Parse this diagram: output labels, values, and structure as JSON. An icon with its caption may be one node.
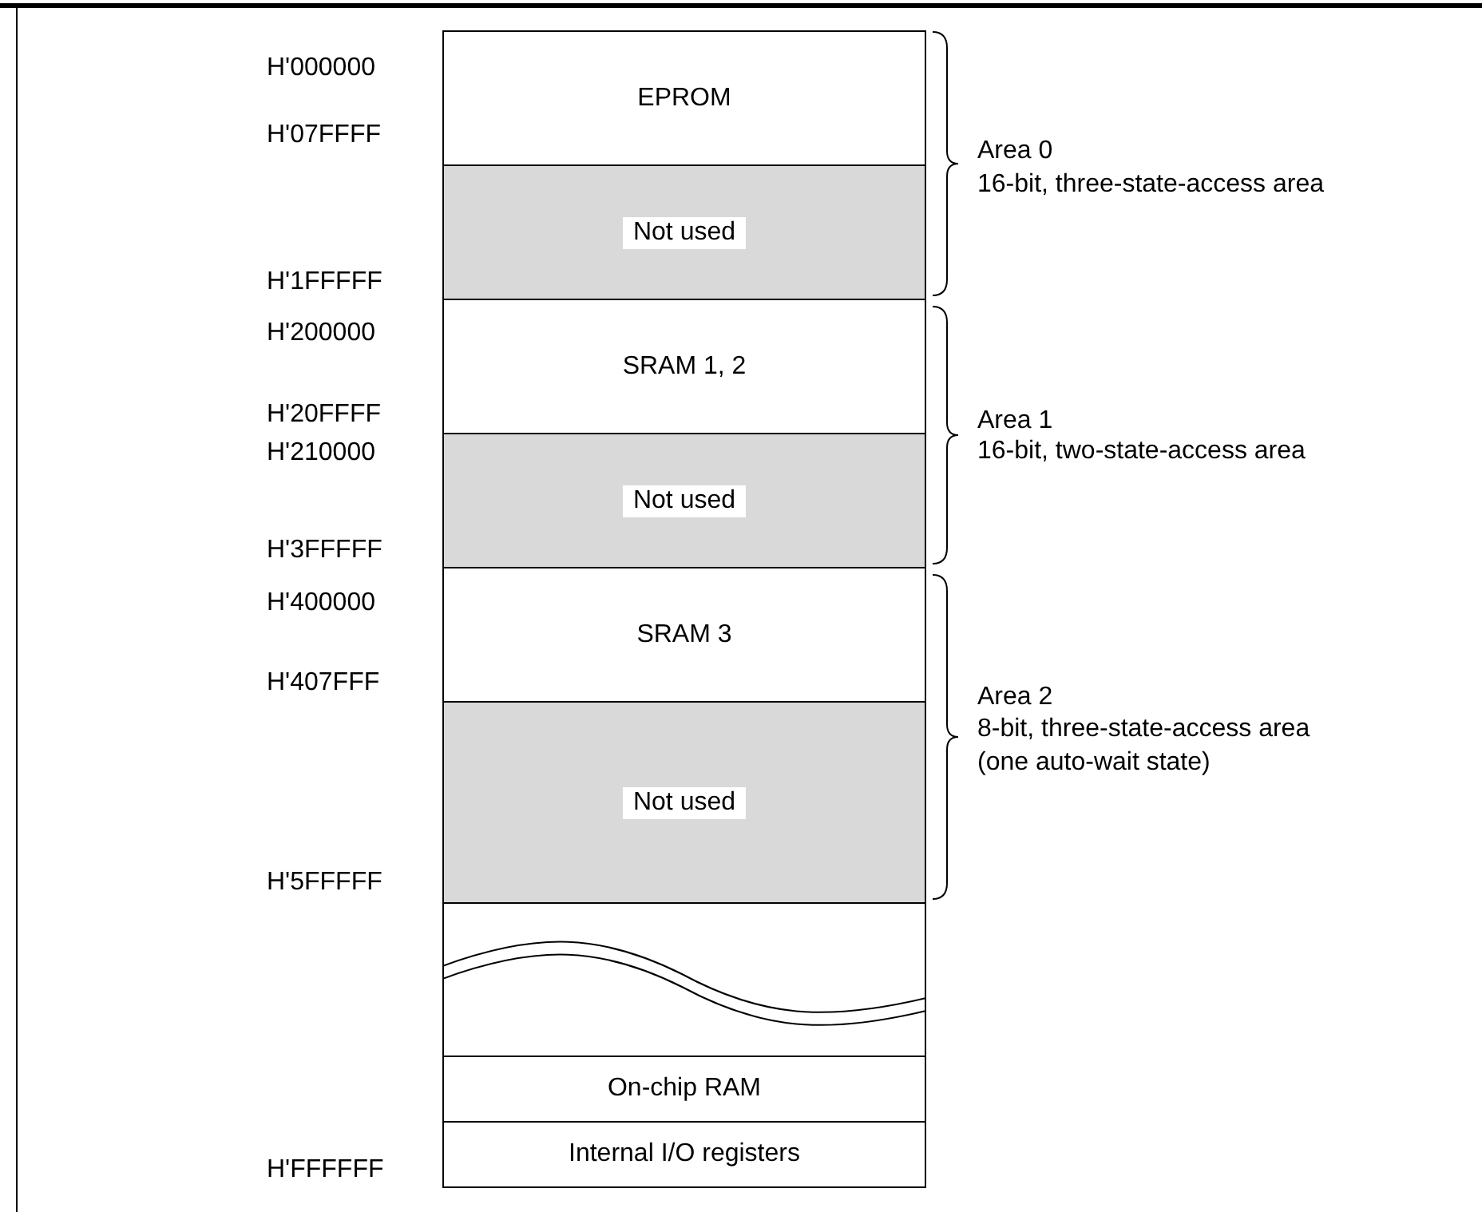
{
  "diagram": {
    "nodes": [
      {
        "text": [
          "EPROM"
        ]
      },
      {
        "text": [
          "Not used"
        ]
      },
      {
        "text": [
          "SRAM 1, 2"
        ]
      },
      {
        "text": [
          "Not used"
        ]
      },
      {
        "text": [
          "SRAM 3"
        ]
      },
      {
        "text": [
          "Not used"
        ]
      },
      {
        "text": [],
        "shape": "box"
      },
      {
        "text": [
          "On-chip RAM"
        ]
      },
      {
        "text": [
          "Internal I/O registers"
        ]
      }
    ],
    "labels": [
      "H'000000",
      "H'07FFFF",
      "Area 0",
      "16-bit, three-state-access area",
      "H'1FFFFF",
      "H'200000",
      "H'20FFFF",
      "Area 1",
      "16-bit, two-state-access area",
      "H'210000",
      "H'3FFFFF",
      "H'400000",
      "H'407FFF",
      "Area 2",
      "8-bit, three-state-access area",
      "(one auto-wait state)",
      "H'5FFFFF",
      "H'FFFFFF"
    ]
  }
}
